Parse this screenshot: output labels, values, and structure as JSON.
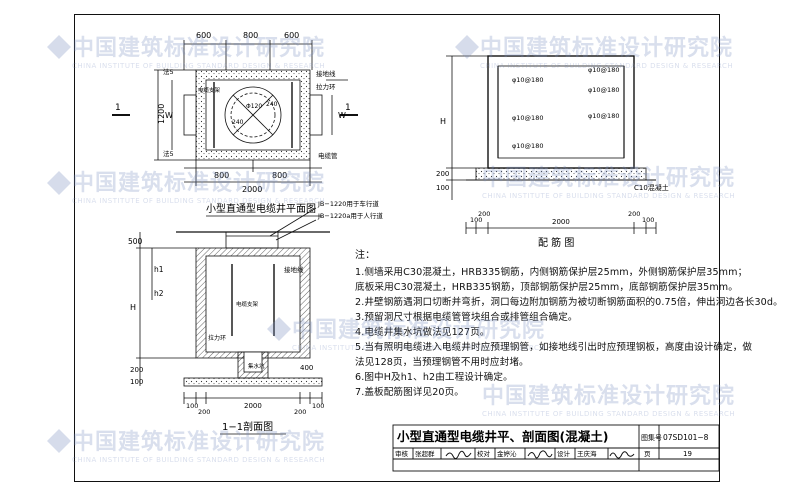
{
  "plan_view": {
    "dims_top": [
      "600",
      "800",
      "600"
    ],
    "dims_bottom": [
      "800",
      "800"
    ],
    "dim_total": "2000",
    "dims_left": [
      "1200",
      "W"
    ],
    "dim_left_small": [
      "法5",
      "法5"
    ],
    "label_ground": "接地线",
    "label_pull": "拉力环",
    "label_cable": "电缆支架",
    "label_pipe": "电缆管",
    "dia_120": "Φ120",
    "dia_240a": "240",
    "dia_240b": "240",
    "section_mark": "1",
    "w_label": "W",
    "caption": "小型直通型电缆井平面图"
  },
  "section_view": {
    "cover_1": "JB−1220用于车行道",
    "cover_2": "JB−1220a用于人行道",
    "dim_500": "500",
    "dim_h1": "h1",
    "dim_h2": "h2",
    "dim_h": "H",
    "dims_base": [
      "100",
      "200",
      "2000",
      "200",
      "100"
    ],
    "dim_side": "100",
    "dim_side2": "200",
    "dim_400": "400",
    "label_ground": "接地线",
    "label_cable": "电缆支架",
    "label_pull": "拉力环",
    "label_pit": "集水坑",
    "caption": "1−1剖面图"
  },
  "rebar_view": {
    "r1": "φ10@180",
    "r2": "φ10@180",
    "r3": "φ10@180",
    "r4": "φ10@180",
    "r5": "φ10@180",
    "r6": "φ10@180",
    "dim_h": "H",
    "dim_200": "200",
    "dim_100": "100",
    "dims_base": [
      "100",
      "200",
      "2000",
      "200",
      "100"
    ],
    "c10": "C10混凝土",
    "caption": "配 筋 图"
  },
  "notes": {
    "title": "注：",
    "lines": [
      "1.侧墙采用C30混凝土，HRB335钢筋，内侧钢筋保护层25mm，外侧钢筋保护层35mm；",
      "  底板采用C30混凝土，HRB335钢筋，顶部钢筋保护层25mm，底部钢筋保护层35mm。",
      "2.井壁钢筋遇洞口切断并弯折，洞口每边附加钢筋为被切断钢筋面积的0.75倍，伸出洞边各长30d。",
      "3.预留洞尺寸根据电缆管管块组合或排管组合确定。",
      "4.电缆井集水坑做法见127页。",
      "5.当有照明电缆进入电缆井时应预理钢管，如接地线引出时应预理钢板，高度由设计确定，做",
      "  法见128页，当预理钢管不用时应封堵。",
      "6.图中H及h1、h2由工程设计确定。",
      "7.盖板配筋图详见20页。"
    ]
  },
  "title_block": {
    "title": "小型直通型电缆井平、剖面图(混凝土)",
    "set_no_label": "图集号",
    "set_no": "07SD101−8",
    "review_label": "审核",
    "reviewer": "张超群",
    "check_label": "校对",
    "checker": "金婷沁",
    "design_label": "设计",
    "designer": "王庆海",
    "page_label": "页",
    "page": "19"
  },
  "watermark": {
    "cn": "中国建筑标准设计研究院",
    "en": "CHINA INSTITUTE OF BUILDING STANDARD DESIGN & RESEARCH"
  },
  "colors": {
    "line": "#111111",
    "watermark": "#8ea0cc"
  }
}
